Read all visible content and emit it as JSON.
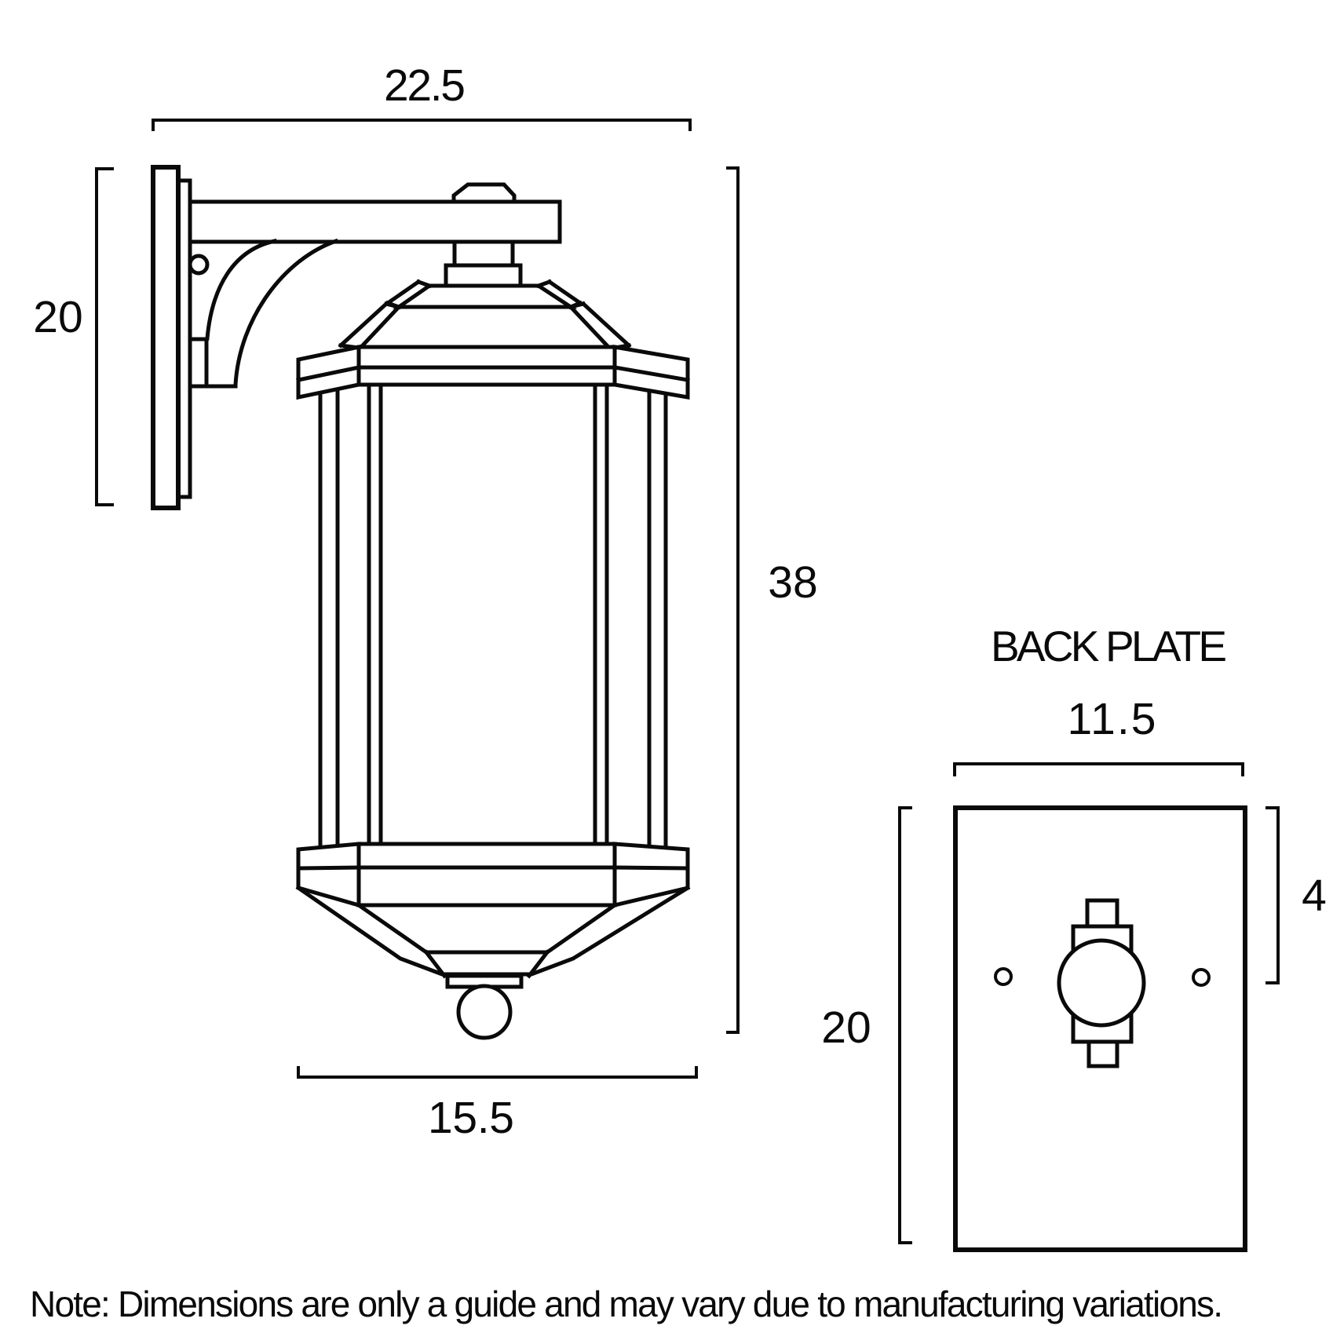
{
  "side_view": {
    "width_label": "22.5",
    "plate_height_label": "20",
    "total_height_label": "38",
    "body_width_label": "15.5"
  },
  "back_plate": {
    "title": "BACK PLATE",
    "width_label": "11.5",
    "height_label": "20",
    "offset_label": "4"
  },
  "note": "Note: Dimensions are only a guide and may vary due to manufacturing variations.",
  "colors": {
    "line": "#0a0a0a",
    "background": "#ffffff"
  }
}
